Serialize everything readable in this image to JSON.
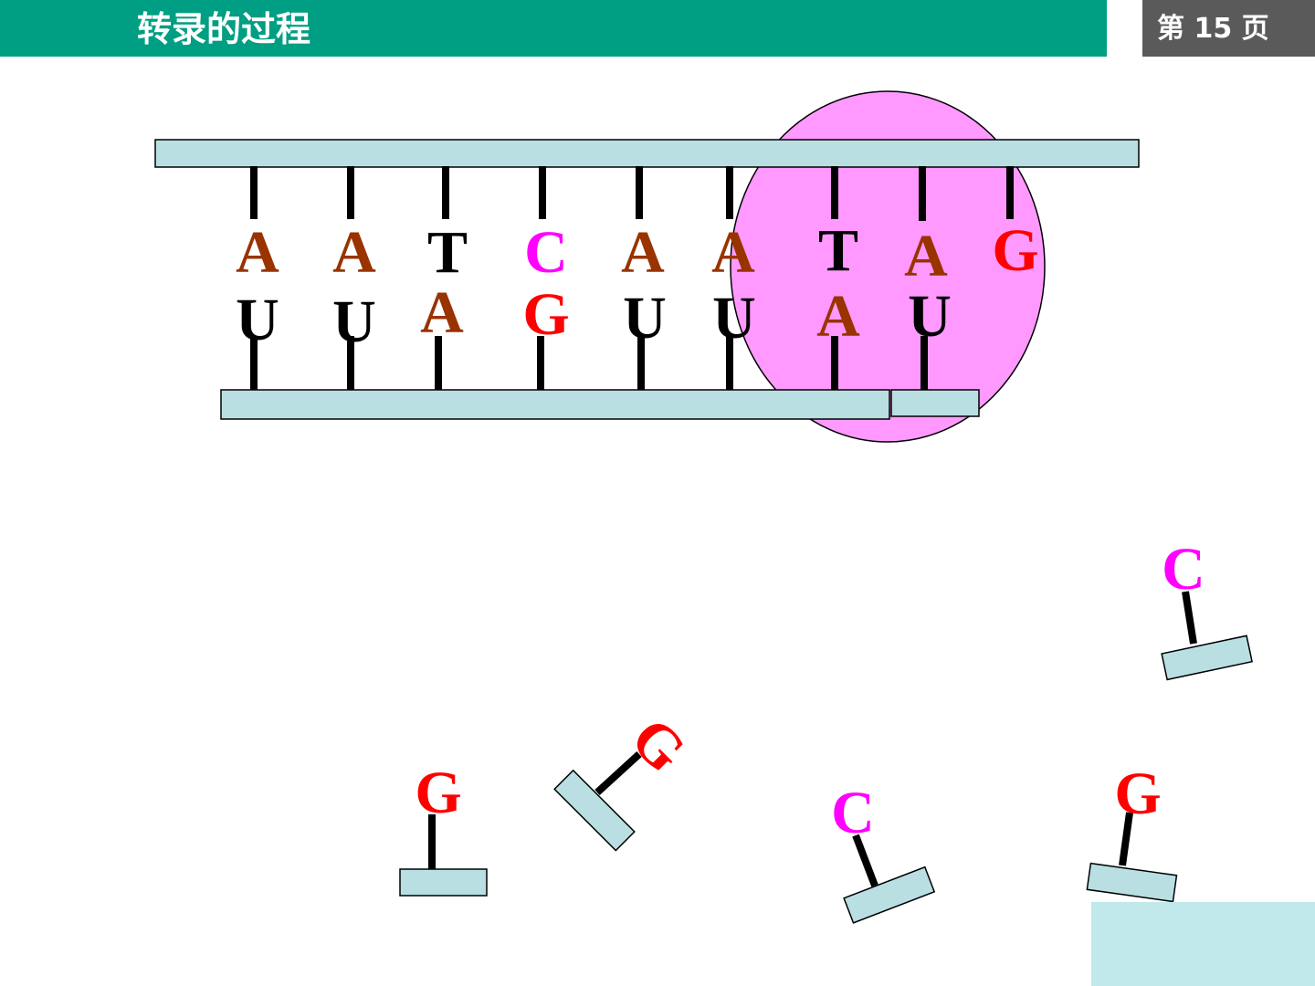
{
  "header": {
    "title": "转录的过程",
    "page_label": "第 15 页"
  },
  "colors": {
    "header_bg": "#009e82",
    "page_box_bg": "#5a5a5a",
    "strand_fill": "#b9dfe2",
    "polymerase_fill": "#ff99ff",
    "A": "#993300",
    "T": "#000000",
    "U": "#000000",
    "C": "#ff00ff",
    "G": "#ff0000"
  },
  "dna_template_bases": [
    "A",
    "A",
    "T",
    "C",
    "A",
    "A",
    "T",
    "A",
    "G"
  ],
  "rna_paired_bases": [
    "U",
    "U",
    "A",
    "G",
    "U",
    "U",
    "A",
    "U"
  ],
  "free_nucleotides": [
    "C",
    "G",
    "G",
    "C",
    "G"
  ]
}
